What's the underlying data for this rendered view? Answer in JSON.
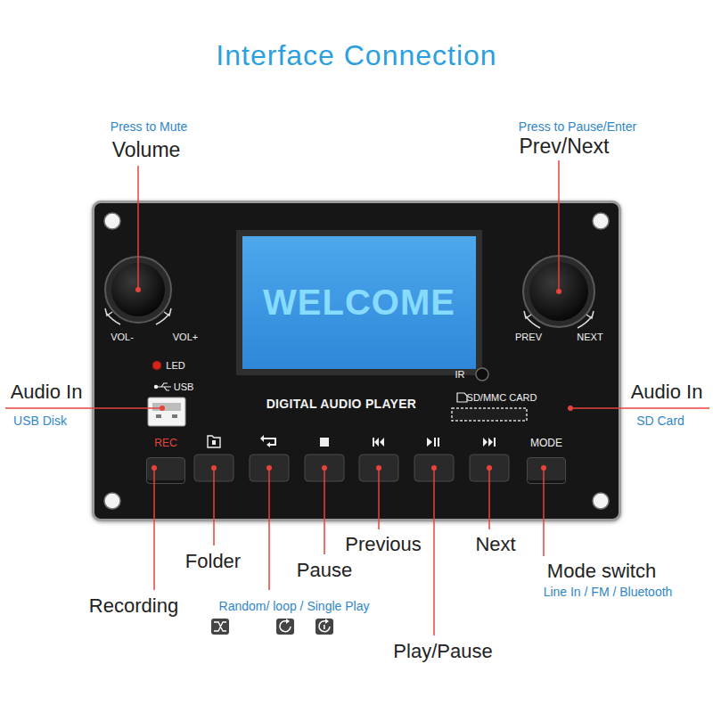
{
  "diagram": {
    "title": "Interface Connection",
    "nodes": [
      {
        "text": [
          "DIGITAL AUDIO PLAYER"
        ]
      },
      {
        "text": [
          "WELCOME"
        ],
        "in": 0
      },
      {
        "text": [
          "REC"
        ],
        "in": 0
      },
      {
        "text": [
          "MODE"
        ],
        "in": 0
      }
    ],
    "labels": [
      "Press to Mute",
      "Volume",
      "Press to Pause/Enter",
      "Prev/Next",
      "VOL-",
      "VOL+",
      "PREV",
      "NEXT",
      "LED",
      "USB",
      "IR",
      "SD/MMC CARD",
      "Audio In",
      "USB Disk",
      "Audio In",
      "SD Card",
      "Folder",
      "Pause",
      "Previous",
      "Next",
      "Mode switch",
      "Line In / FM / Bluetooth",
      "Recording",
      "Random/ loop / Single Play",
      "Play/Pause"
    ]
  }
}
